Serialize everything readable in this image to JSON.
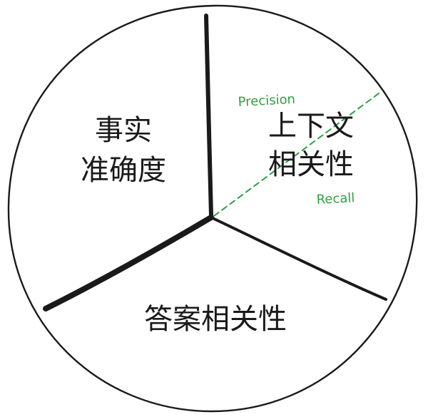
{
  "sections": {
    "left": {
      "line1": "事实",
      "line2": "准确度"
    },
    "right": {
      "line1": "上下文",
      "line2": "相关性"
    },
    "bottom": {
      "label": "答案相关性"
    }
  },
  "annotations": {
    "precision": "Precision",
    "recall": "Recall"
  },
  "colors": {
    "stroke": "#1a1a1a",
    "accent": "#2f9e44",
    "background": "#ffffff"
  }
}
